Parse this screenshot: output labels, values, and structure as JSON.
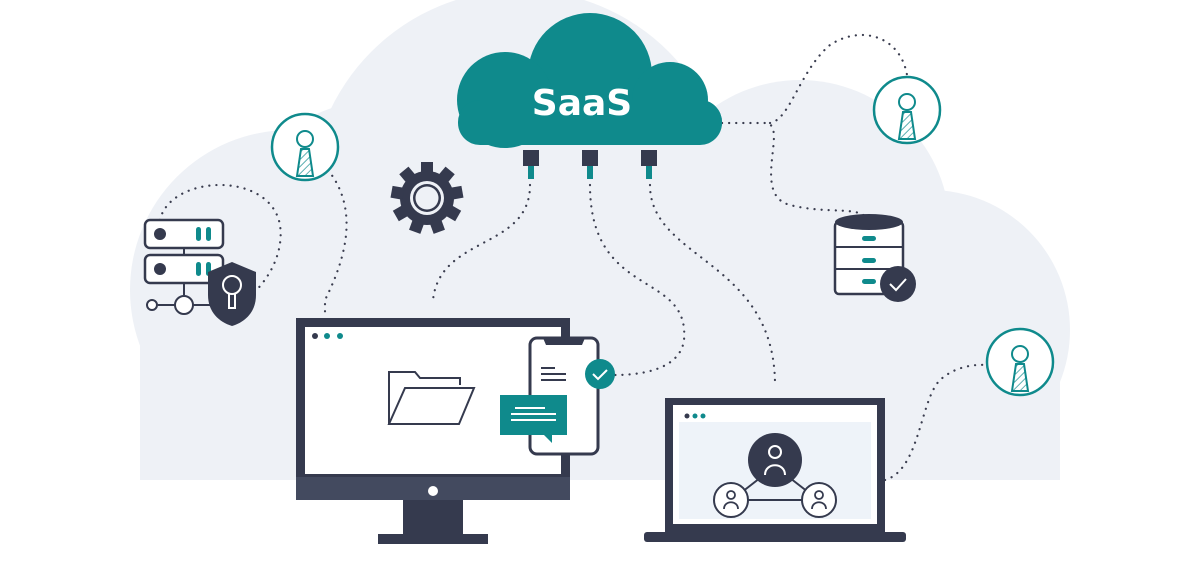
{
  "illustration": {
    "title": "SaaS",
    "colors": {
      "teal": "#0f8a8c",
      "navy": "#353a4e",
      "background_cloud": "#eef1f6",
      "white": "#ffffff"
    },
    "elements": [
      {
        "name": "saas-cloud",
        "label": "SaaS"
      },
      {
        "name": "gear-icon"
      },
      {
        "name": "server-stack-icon"
      },
      {
        "name": "security-shield-keyhole-icon"
      },
      {
        "name": "user-avatar-icon",
        "count": 3
      },
      {
        "name": "database-check-icon"
      },
      {
        "name": "desktop-monitor",
        "content": "folder-icon"
      },
      {
        "name": "smartphone",
        "content": "document-lines-icon"
      },
      {
        "name": "chat-bubble-icon"
      },
      {
        "name": "laptop",
        "content": "user-network-icon"
      }
    ]
  }
}
